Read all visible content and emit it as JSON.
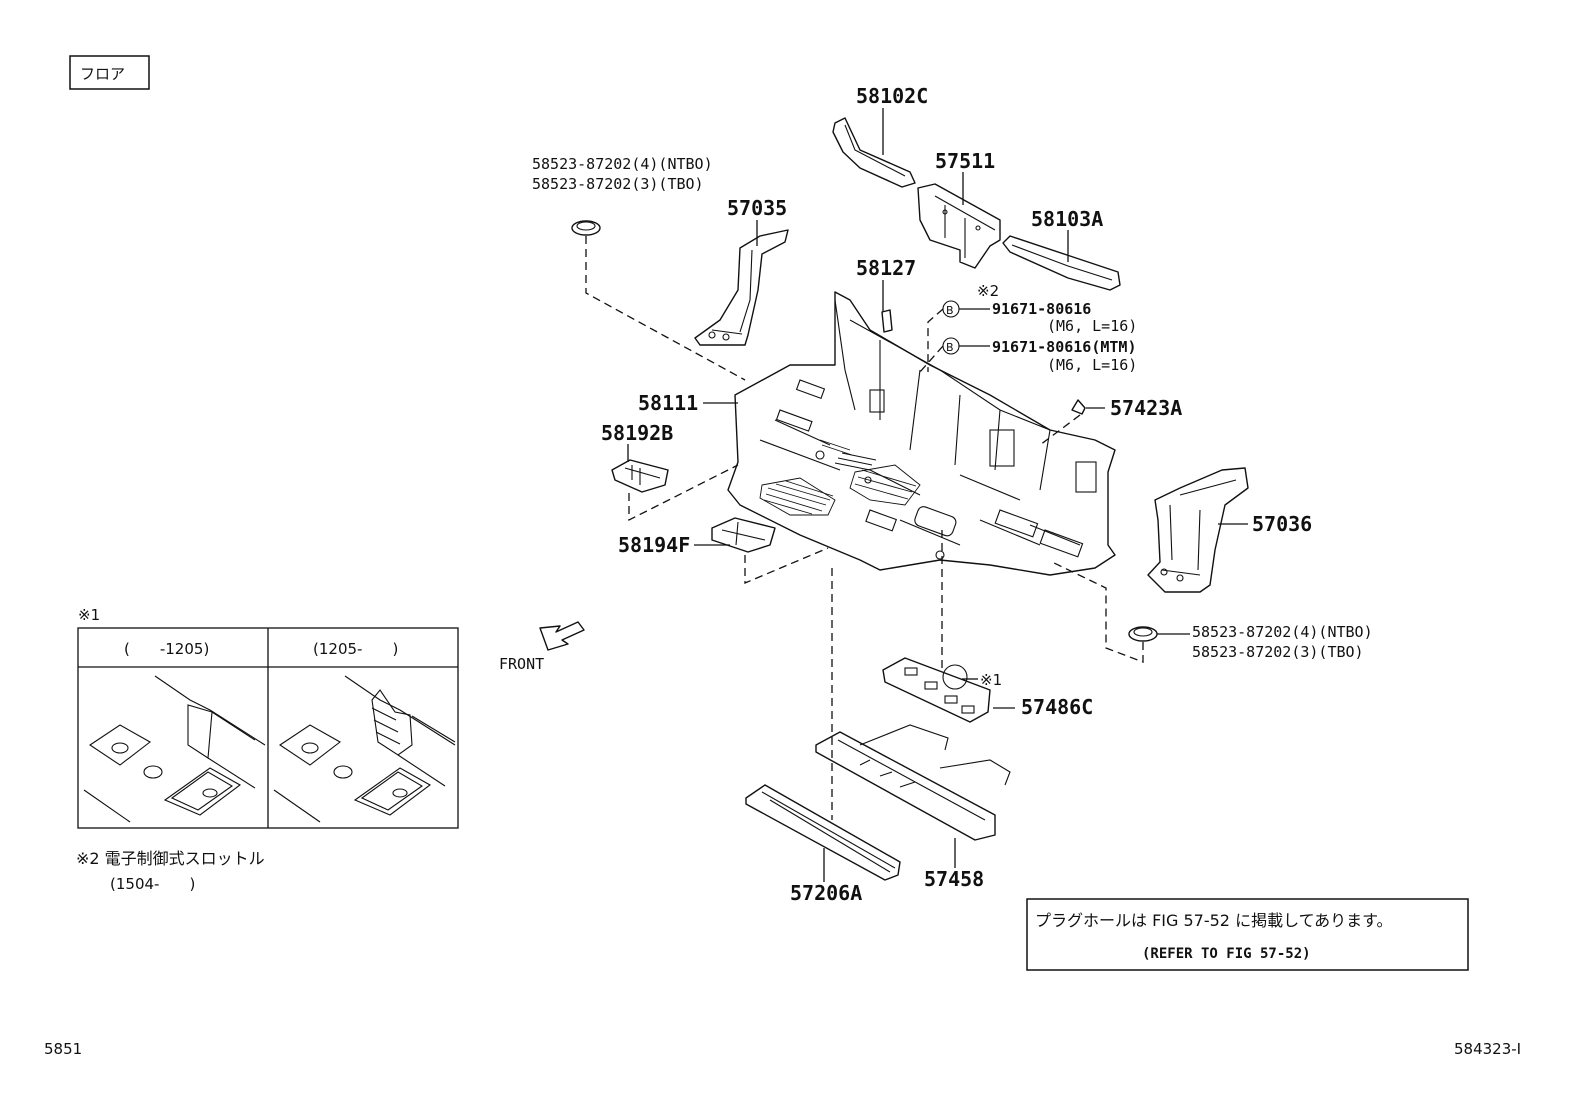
{
  "header": {
    "section_tag": "フロア"
  },
  "parts": {
    "p58102C": "58102C",
    "p57511": "57511",
    "p58103A": "58103A",
    "p57035": "57035",
    "p58127": "58127",
    "p58111": "58111",
    "p58192B": "58192B",
    "p58194F": "58194F",
    "p57423A": "57423A",
    "p57036": "57036",
    "p57486C": "57486C",
    "p57458": "57458",
    "p57206A": "57206A"
  },
  "plugs": {
    "upper_line1": "58523-87202(4)(NTBO)",
    "upper_line2": "58523-87202(3)(TBO)",
    "lower_line1": "58523-87202(4)(NTBO)",
    "lower_line2": "58523-87202(3)(TBO)"
  },
  "bolts": {
    "note_ref": "※2",
    "bolt1": "91671-80616",
    "bolt1_spec": "(M6, L=16)",
    "bolt2": "91671-80616(MTM)",
    "bolt2_spec": "(M6, L=16)",
    "bolt_marker": "B"
  },
  "markers": {
    "note1_ref": "※1",
    "front": "FRONT"
  },
  "inset": {
    "title": "※1",
    "col_left": "(　　-1205)",
    "col_right": "(1205-　　)"
  },
  "note2": {
    "line1": "※2 電子制御式スロットル",
    "line2": "(1504-　　)"
  },
  "notice": {
    "line1": "プラグホールは FIG 57-52 に掲載してあります。",
    "line2": "(REFER TO FIG 57-52)"
  },
  "footer": {
    "left_code": "5851",
    "right_code": "584323-I"
  }
}
